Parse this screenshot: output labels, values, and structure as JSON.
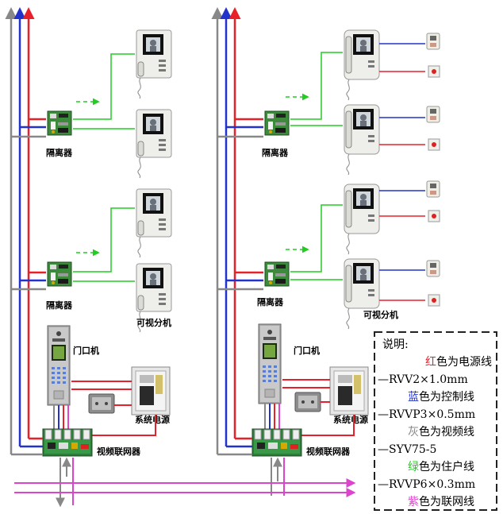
{
  "labels": {
    "isolator": "隔离器",
    "video_extension": "可视分机",
    "door_station": "门口机",
    "system_power": "系统电源",
    "video_networker": "视频联网器"
  },
  "legend": {
    "title": "说明:",
    "power_color_word": "红",
    "power_rest": "色为电源线",
    "power_cable": "—RVV2×1.0mm",
    "control_color_word": "蓝",
    "control_rest": "色为控制线",
    "control_cable": "—RVVP3×0.5mm",
    "video_color_word": "灰",
    "video_rest": "色为视频线",
    "video_cable": "—SYV75-5",
    "resident_color_word": "绿",
    "resident_rest": "色为住户线",
    "resident_cable": "—RVVP6×0.3mm",
    "network_color_word": "紫",
    "network_rest": "色为联网线"
  },
  "colors": {
    "power": "#e8202a",
    "control": "#2233cc",
    "video": "#888888",
    "resident": "#22cc22",
    "network": "#dd44cc"
  },
  "icons": {
    "arrow": "arrowhead-icon",
    "isolator": "circuit-board-icon",
    "monitor": "video-intercom-icon",
    "door_station": "door-panel-icon",
    "power_box": "power-supply-box-icon",
    "lock": "lock-icon",
    "alarm": "alarm-button-icon",
    "detector": "detector-icon"
  }
}
